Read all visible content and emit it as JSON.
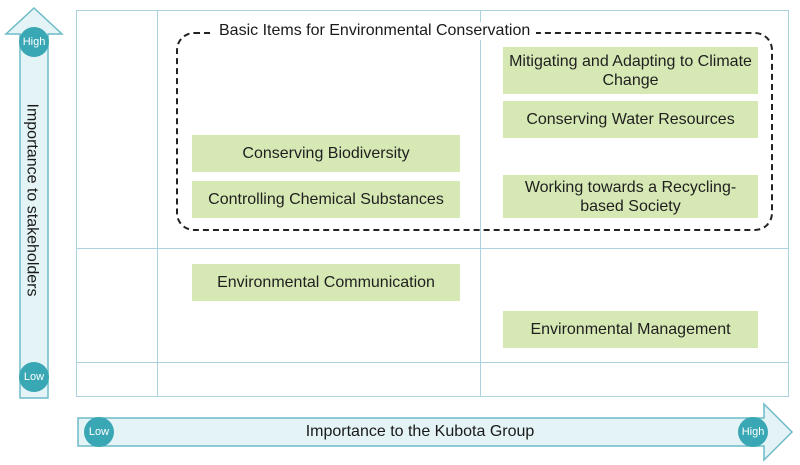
{
  "y_axis": {
    "title": "Importance to stakeholders",
    "high_label": "High",
    "low_label": "Low"
  },
  "x_axis": {
    "title": "Importance to the Kubota Group",
    "low_label": "Low",
    "high_label": "High"
  },
  "group": {
    "label": "Basic Items for Environmental Conservation"
  },
  "items": [
    {
      "label": "Mitigating and Adapting to Climate Change"
    },
    {
      "label": "Conserving Water Resources"
    },
    {
      "label": "Conserving Biodiversity"
    },
    {
      "label": "Controlling Chemical Substances"
    },
    {
      "label": "Working towards a Recycling-based Society"
    },
    {
      "label": "Environmental Communication"
    },
    {
      "label": "Environmental Management"
    }
  ],
  "colors": {
    "grid": "#a9d2dc",
    "item_fill": "#d6e8b4",
    "arrow_fill": "#e4f3f6",
    "arrow_stroke": "#6dbcc8",
    "marker": "#3aa7b4"
  }
}
